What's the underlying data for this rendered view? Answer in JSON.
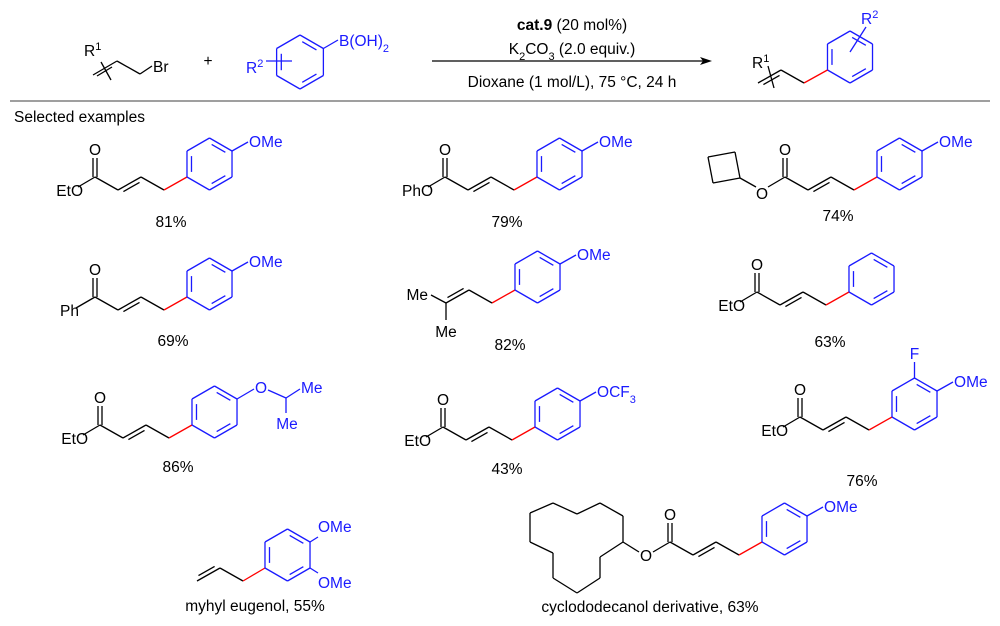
{
  "reaction": {
    "reactant1": {
      "r": "R",
      "r_sup": "1",
      "leaving_group": "Br"
    },
    "plus": "+",
    "reactant2": {
      "r": "R",
      "r_sup": "2",
      "boron": "B(OH)",
      "boron_sub": "2"
    },
    "conditions": {
      "catalyst": "cat.9",
      "catalyst_loading": " (20 mol%)",
      "base": "K",
      "base_sub1": "2",
      "base_mid": "CO",
      "base_sub2": "3",
      "base_amount": " (2.0 equiv.)",
      "solvent": "Dioxane (1 mol/L), 75 °C, 24 h"
    },
    "product": {
      "r1": "R",
      "r1_sup": "1",
      "r2": "R",
      "r2_sup": "2"
    }
  },
  "section_title": "Selected examples",
  "examples": [
    {
      "ester": "EtO",
      "carbonyl_o": "O",
      "substituent": "OMe",
      "yield": "81%"
    },
    {
      "ester": "PhO",
      "carbonyl_o": "O",
      "substituent": "OMe",
      "yield": "79%"
    },
    {
      "ester_o": "O",
      "carbonyl_o": "O",
      "substituent": "OMe",
      "yield": "74%"
    },
    {
      "ketone_group": "Ph",
      "carbonyl_o": "O",
      "substituent": "OMe",
      "yield": "69%"
    },
    {
      "methyl_1": "Me",
      "methyl_2": "Me",
      "substituent": "OMe",
      "yield": "82%"
    },
    {
      "ester": "EtO",
      "carbonyl_o": "O",
      "yield": "63%"
    },
    {
      "ester": "EtO",
      "carbonyl_o": "O",
      "ether_o": "O",
      "methyl_1": "Me",
      "methyl_2": "Me",
      "yield": "86%"
    },
    {
      "ester": "EtO",
      "carbonyl_o": "O",
      "substituent": "OCF",
      "substituent_sub": "3",
      "yield": "43%"
    },
    {
      "ester": "EtO",
      "carbonyl_o": "O",
      "fluoro": "F",
      "substituent": "OMe",
      "yield": "76%"
    },
    {
      "substituent_1": "OMe",
      "substituent_2": "OMe",
      "caption": "myhyl eugenol, 55%"
    },
    {
      "ester_o": "O",
      "carbonyl_o": "O",
      "substituent": "OMe",
      "caption": "cyclododecanol derivative, 63%"
    }
  ],
  "colors": {
    "black": "#000000",
    "aryl": "#1a1aff",
    "new_bond": "#ff0000",
    "rule": "#666666"
  }
}
